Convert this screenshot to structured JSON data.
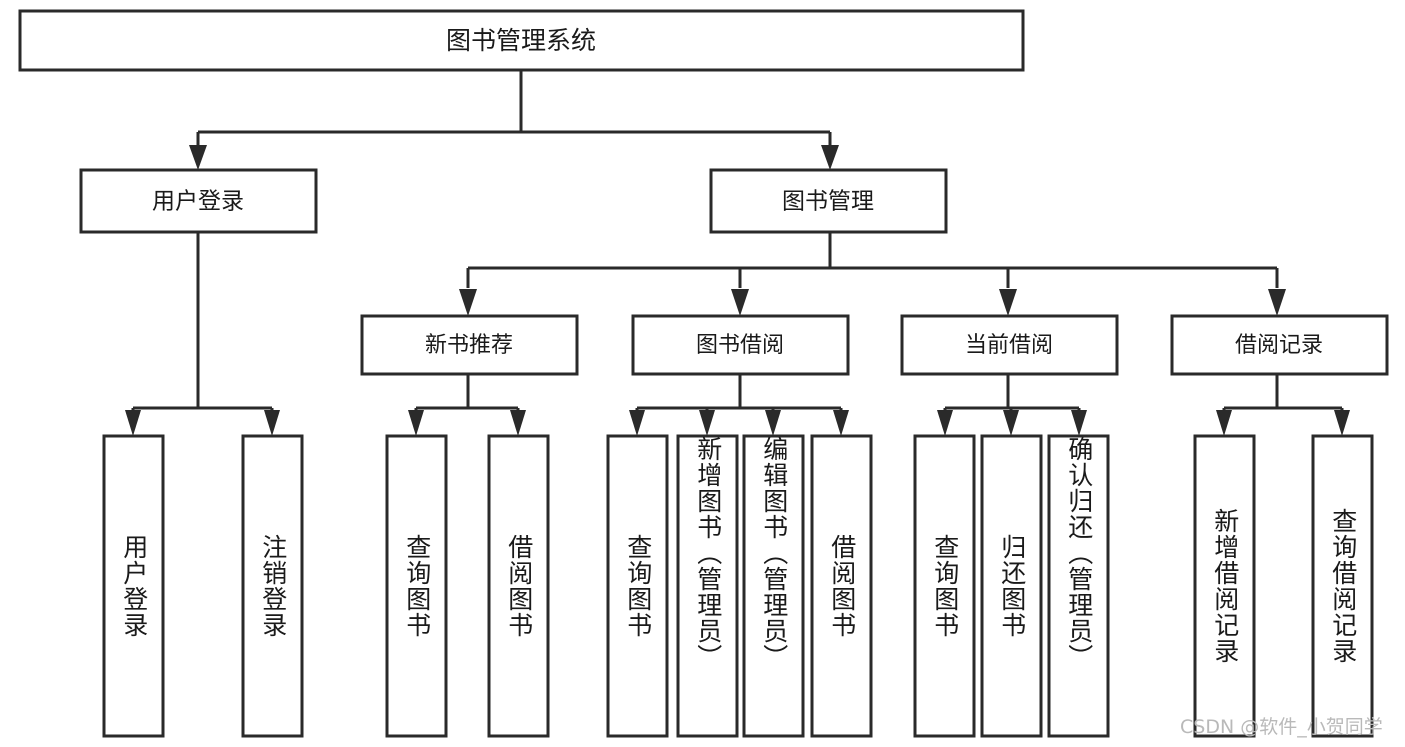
{
  "diagram": {
    "type": "tree-hierarchy-diagram",
    "title": "图书管理系统",
    "style": {
      "box_fill": "#ffffff",
      "box_stroke": "#2a2a2a",
      "text_color": "#1a1a1a",
      "background": "#ffffff",
      "watermark_color": "#b9b9b9"
    },
    "root": {
      "label": "图书管理系统"
    },
    "level1": [
      {
        "label": "用户登录"
      },
      {
        "label": "图书管理"
      }
    ],
    "level2": [
      {
        "label": "新书推荐"
      },
      {
        "label": "图书借阅"
      },
      {
        "label": "当前借阅"
      },
      {
        "label": "借阅记录"
      }
    ],
    "leaves": {
      "user_login": [
        {
          "label": "用户登录"
        },
        {
          "label": "注销登录"
        }
      ],
      "new_book_recommend": [
        {
          "label": "查询图书"
        },
        {
          "label": "借阅图书"
        }
      ],
      "book_borrow": [
        {
          "label": "查询图书"
        },
        {
          "label": "新增图书（管理员）"
        },
        {
          "label": "编辑图书（管理员）"
        },
        {
          "label": "借阅图书"
        }
      ],
      "current_borrow": [
        {
          "label": "查询图书"
        },
        {
          "label": "归还图书"
        },
        {
          "label": "确认归还（管理员）"
        }
      ],
      "borrow_record": [
        {
          "label": "新增借阅记录"
        },
        {
          "label": "查询借阅记录"
        }
      ]
    },
    "watermark": "CSDN @软件_小贺同学"
  }
}
